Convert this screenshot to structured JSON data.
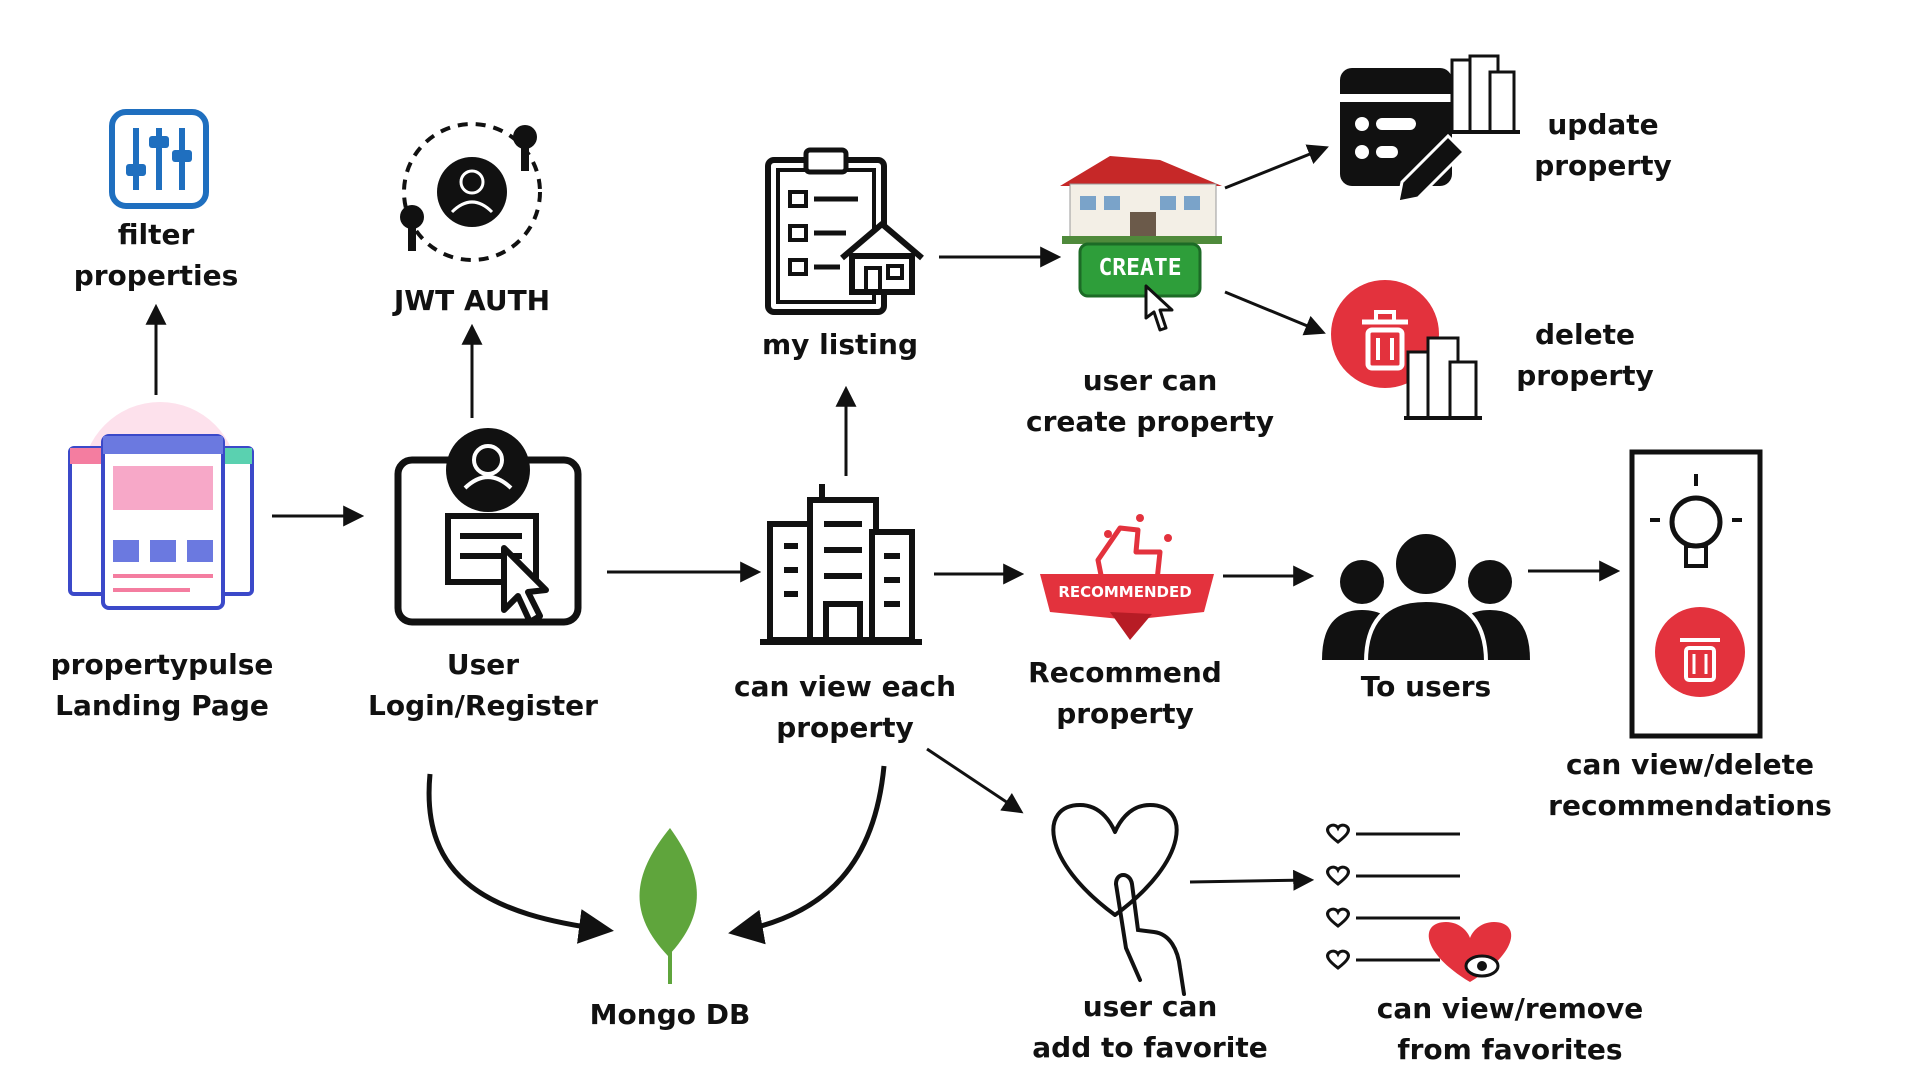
{
  "colors": {
    "ink": "#111111",
    "red": "#e3323d",
    "green": "#2e9e3a",
    "blue": "#1f6fbf",
    "pink": "#f7a8c8",
    "leaf": "#5fa53c"
  },
  "nodes": {
    "filter": {
      "line1": "filter",
      "line2": "properties",
      "icon": "sliders-icon"
    },
    "jwt": {
      "line1": "JWT AUTH",
      "icon": "user-keys-icon"
    },
    "landing": {
      "line1": "propertypulse",
      "line2": "Landing Page",
      "icon": "website-pages-icon"
    },
    "login": {
      "line1": "User",
      "line2": "Login/Register",
      "icon": "user-card-cursor-icon"
    },
    "listing": {
      "line1": "my listing",
      "icon": "clipboard-house-icon"
    },
    "create": {
      "line1": "user can",
      "line2": "create property",
      "button": "CREATE",
      "icon": "house-create-button-icon"
    },
    "update": {
      "line1": "update",
      "line2": "property",
      "icon": "edit-building-icon"
    },
    "delete": {
      "line1": "delete",
      "line2": "property",
      "icon": "trash-building-icon"
    },
    "view": {
      "line1": "can view each",
      "line2": "property",
      "icon": "buildings-icon"
    },
    "recommend": {
      "line1": "Recommend",
      "line2": "property",
      "banner": "RECOMMENDED",
      "icon": "thumbs-up-banner-icon"
    },
    "users": {
      "line1": "To users",
      "icon": "users-group-icon"
    },
    "recommendations": {
      "line1": "can view/delete",
      "line2": "recommendations",
      "icon": "lightbulb-trash-icon"
    },
    "mongo": {
      "line1": "Mongo DB",
      "icon": "mongo-leaf-icon"
    },
    "favorite": {
      "line1": "user can",
      "line2": "add to favorite",
      "icon": "heart-hand-icon"
    },
    "favorites": {
      "line1": "can view/remove",
      "line2": "from favorites",
      "icon": "heart-list-icon"
    }
  }
}
